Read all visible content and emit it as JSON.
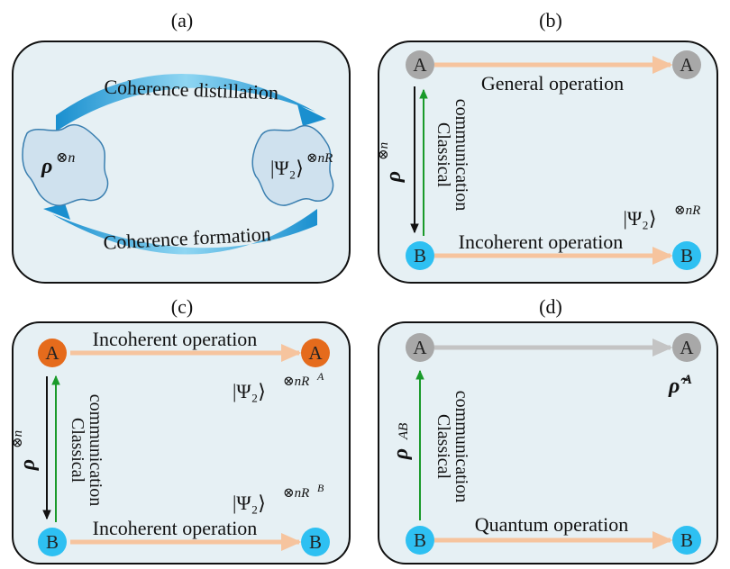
{
  "panels": {
    "a": {
      "title": "(a)",
      "top_arrow": "Coherence distillation",
      "bottom_arrow": "Coherence formation",
      "left_state": "ρ",
      "left_state_sup": "⊗n",
      "right_state": "|Ψ₂⟩",
      "right_state_sup": "⊗nR"
    },
    "b": {
      "title": "(b)",
      "node_top": "A",
      "node_bottom": "B",
      "top_label": "General operation",
      "bottom_label": "Incoherent operation",
      "side_line1": "Classical",
      "side_line2": "communication",
      "rho": "ρ",
      "rho_sup": "⊗n",
      "state": "|Ψ₂⟩",
      "state_sup": "⊗nR"
    },
    "c": {
      "title": "(c)",
      "node_top": "A",
      "node_bottom": "B",
      "top_label": "Incoherent operation",
      "bottom_label": "Incoherent operation",
      "side_line1": "Classical",
      "side_line2": "communication",
      "rho": "ρ",
      "rho_sup": "⊗n",
      "state_a": "|Ψ₂⟩",
      "state_a_sup": "⊗nR",
      "state_a_supsup": "A",
      "state_b": "|Ψ₂⟩",
      "state_b_sup": "⊗nR",
      "state_b_supsup": "B"
    },
    "d": {
      "title": "(d)",
      "node_top": "A",
      "node_bottom": "B",
      "bottom_label": "Quantum operation",
      "side_line1": "Classical",
      "side_line2": "communication",
      "rho": "ρ",
      "rho_sub": "AB",
      "result": "ρ̃",
      "result_sup": "A"
    }
  },
  "colors": {
    "panel_fill": "#e6f0f4",
    "panel_stroke": "#111111",
    "blob_fill": "#cfe1ee",
    "blob_stroke": "#3a7fb0",
    "arc_color": "#2aa7de",
    "node_gray": "#a8a8a8",
    "node_blue": "#2ec0f2",
    "node_orange": "#e56b1c",
    "arrow_orange": "#f6c49e",
    "arrow_gray": "#c4c4c4",
    "arrow_green": "#1a9a2a",
    "arrow_black": "#111111"
  }
}
